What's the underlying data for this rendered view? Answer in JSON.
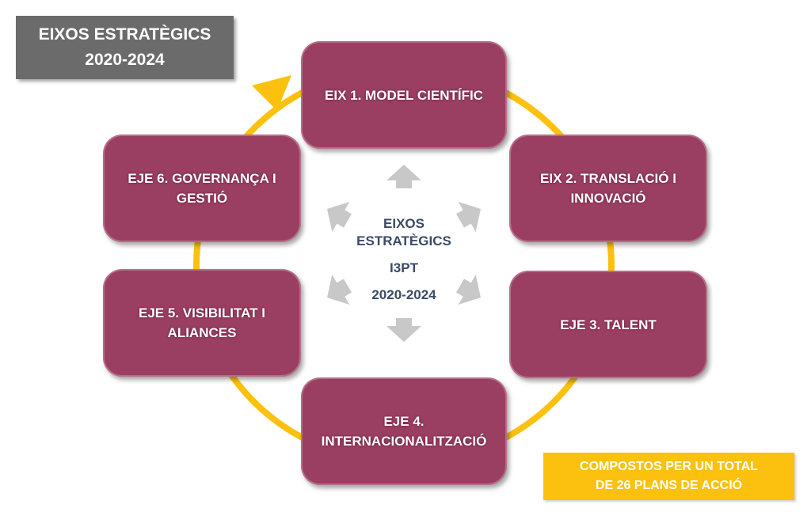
{
  "title": {
    "line1": "EIXOS ESTRATÈGICS",
    "line2": "2020-2024"
  },
  "center": {
    "line1": "EIXOS",
    "line2": "ESTRATÈGICS",
    "line3": "I3PT",
    "line4": "2020-2024"
  },
  "axes": [
    {
      "label": "EIX 1. MODEL CIENTÍFIC"
    },
    {
      "label": "EIX 2. TRANSLACIÓ I INNOVACIÓ"
    },
    {
      "label": "EJE 3. TALENT"
    },
    {
      "label": "EJE 4. INTERNACIONALITZACIÓ"
    },
    {
      "label": "EJE 5. VISIBILITAT I ALIANCES"
    },
    {
      "label": "EJE  6. GOVERNANÇA I GESTIÓ"
    }
  ],
  "note": {
    "line1": "COMPOSTOS PER UN TOTAL",
    "line2": "DE  26 PLANS DE ACCIÓ"
  },
  "colors": {
    "box": "#9b3f62",
    "cycle": "#fcc10f",
    "title_bg": "#6b6b6b",
    "arrows": "#c8c8c8"
  }
}
